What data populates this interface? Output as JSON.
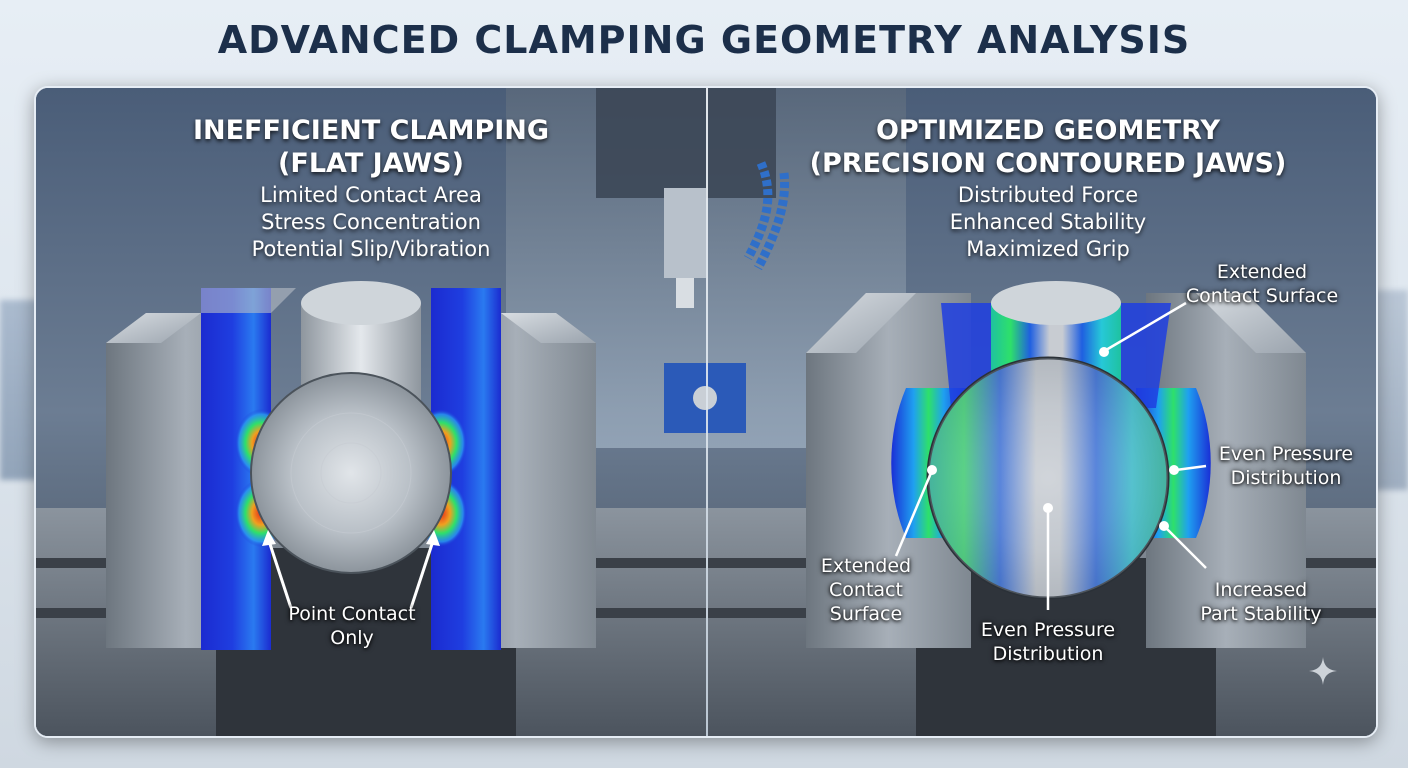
{
  "title": "ADVANCED CLAMPING GEOMETRY ANALYSIS",
  "left_panel": {
    "heading_line1": "INEFFICIENT CLAMPING",
    "heading_line2": "(FLAT JAWS)",
    "points": [
      "Limited Contact Area",
      "Stress Concentration",
      "Potential Slip/Vibration"
    ],
    "callout_line1": "Point Contact",
    "callout_line2": "Only"
  },
  "right_panel": {
    "heading_line1": "OPTIMIZED GEOMETRY",
    "heading_line2": "(PRECISION CONTOURED JAWS)",
    "points": [
      "Distributed Force",
      "Enhanced Stability",
      "Maximized Grip"
    ],
    "callouts": {
      "top_right": [
        "Extended",
        "Contact Surface"
      ],
      "mid_right": [
        "Even Pressure",
        "Distribution"
      ],
      "bottom_right": [
        "Increased",
        "Part Stability"
      ],
      "bottom_left": [
        "Extended",
        "Contact",
        "Surface"
      ],
      "bottom_center": [
        "Even Pressure",
        "Distribution"
      ]
    }
  },
  "colors": {
    "title": "#1c2f4a",
    "stress_high": "#e8281a",
    "stress_mid": "#2ee06a",
    "stress_low": "#1a2fd6",
    "steel": "#9aa3ad"
  },
  "icons": [
    "sparkle-icon"
  ]
}
